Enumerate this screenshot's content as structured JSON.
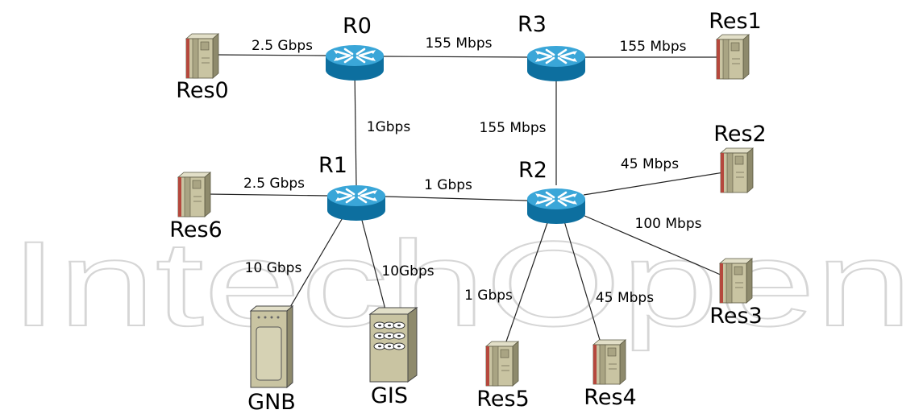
{
  "watermark": "IntechOpen",
  "nodes": {
    "r0": "R0",
    "r1": "R1",
    "r2": "R2",
    "r3": "R3",
    "res0": "Res0",
    "res1": "Res1",
    "res2": "Res2",
    "res3": "Res3",
    "res4": "Res4",
    "res5": "Res5",
    "res6": "Res6",
    "gnb": "GNB",
    "gis": "GIS"
  },
  "links": {
    "res0_r0": "2.5 Gbps",
    "r0_r3": "155 Mbps",
    "r3_res1": "155 Mbps",
    "r0_r1": "1Gbps",
    "r3_r2": "155 Mbps",
    "res6_r1": "2.5 Gbps",
    "r1_r2": "1 Gbps",
    "r2_res2": "45 Mbps",
    "r2_res3": "100 Mbps",
    "r1_gnb": "10 Gbps",
    "r1_gis": "10Gbps",
    "r2_res5": "1 Gbps",
    "r2_res4": "45 Mbps"
  },
  "icons": {
    "router": "router-icon",
    "server": "server-icon",
    "storage": "storage-server-icon",
    "database": "database-server-icon"
  },
  "colors": {
    "router_top": "#3aa6d8",
    "router_side": "#0d6f9f",
    "server_body": "#c9c4a2",
    "server_dark": "#8e8a6c",
    "server_red": "#b5483d",
    "watermark": "#d6d6d6"
  }
}
